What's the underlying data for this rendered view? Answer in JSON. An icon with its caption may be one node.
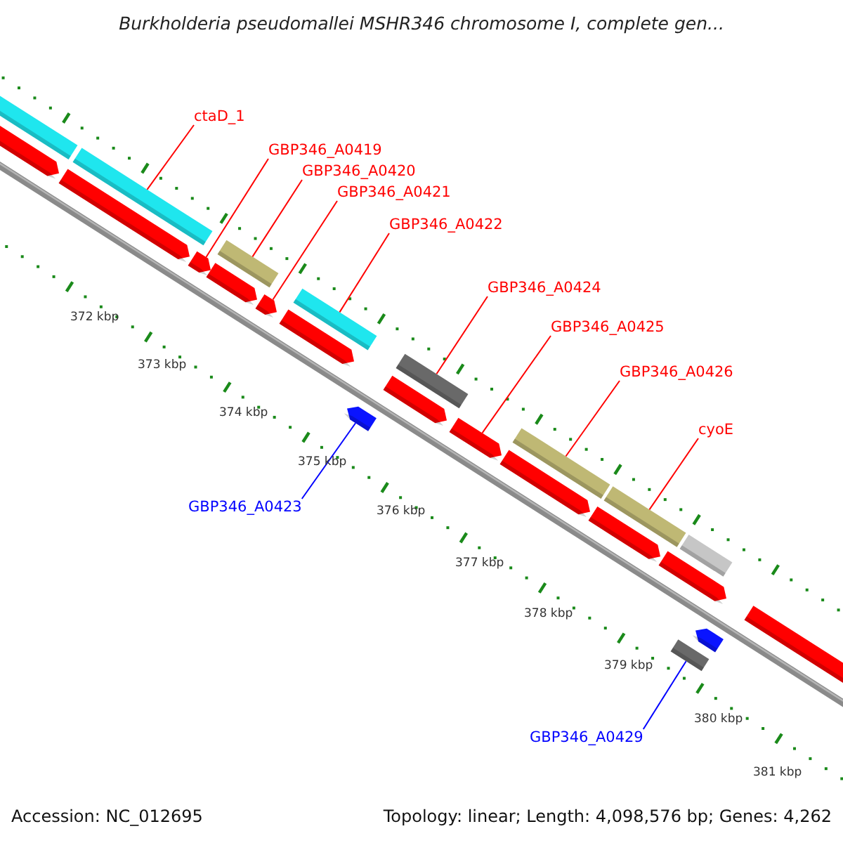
{
  "diagram": {
    "title": "Burkholderia pseudomallei MSHR346 chromosome I, complete gen...",
    "nodes": [
      {
        "text": [
          "ctaD_1"
        ]
      },
      {
        "text": [
          "GBP346_A0419"
        ]
      },
      {
        "text": [
          "GBP346_A0420"
        ]
      },
      {
        "text": [
          "GBP346_A0421"
        ]
      },
      {
        "text": [
          "GBP346_A0422"
        ]
      },
      {
        "text": [
          "GBP346_A0424"
        ]
      },
      {
        "text": [
          "GBP346_A0425"
        ]
      },
      {
        "text": [
          "GBP346_A0426"
        ]
      },
      {
        "text": [
          "cyoE"
        ]
      },
      {
        "text": [
          "GBP346_A0423"
        ]
      },
      {
        "text": [
          "GBP346_A0429"
        ]
      },
      {
        "text": [],
        "shape": "bar"
      },
      {
        "text": [],
        "shape": "pentagon"
      },
      {
        "text": [],
        "shape": "pentagon"
      },
      {
        "text": [],
        "shape": "bar"
      },
      {
        "text": [],
        "shape": "pentagon"
      },
      {
        "text": [],
        "shape": "pentagon"
      },
      {
        "text": [],
        "shape": "bar"
      },
      {
        "text": [],
        "shape": "pentagon"
      },
      {
        "text": [],
        "shape": "pentagon"
      },
      {
        "text": [],
        "shape": "bar"
      },
      {
        "text": [],
        "shape": "pentagon"
      },
      {
        "text": [],
        "shape": "pentagon"
      },
      {
        "text": [],
        "shape": "bar"
      },
      {
        "text": [],
        "shape": "pentagon"
      },
      {
        "text": [],
        "shape": "pentagon"
      },
      {
        "text": [],
        "shape": "bar"
      },
      {
        "text": [],
        "shape": "pentagon"
      },
      {
        "text": [],
        "shape": "bar"
      },
      {
        "text": [],
        "shape": "pentagon"
      },
      {
        "text": [],
        "shape": "bar"
      },
      {
        "text": [],
        "shape": "bar"
      },
      {
        "text": [],
        "shape": "pentagon"
      },
      {
        "text": [],
        "shape": "pentagon"
      }
    ],
    "edges": [
      {
        "from": 0,
        "to": 14,
        "arrow": "none"
      },
      {
        "from": 1,
        "to": 15,
        "arrow": "none"
      },
      {
        "from": 2,
        "to": 17,
        "arrow": "none"
      },
      {
        "from": 3,
        "to": 18,
        "arrow": "none"
      },
      {
        "from": 4,
        "to": 20,
        "arrow": "none"
      },
      {
        "from": 5,
        "to": 23,
        "arrow": "none"
      },
      {
        "from": 6,
        "to": 24,
        "arrow": "none"
      },
      {
        "from": 7,
        "to": 26,
        "arrow": "none"
      },
      {
        "from": 8,
        "to": 28,
        "arrow": "none"
      },
      {
        "from": 9,
        "to": 21,
        "arrow": "none",
        "color": "#0000ff"
      },
      {
        "from": 10,
        "to": 30,
        "arrow": "none",
        "color": "#0000ff"
      }
    ],
    "labels": [
      "372 kbp",
      "373 kbp",
      "374 kbp",
      "375 kbp",
      "376 kbp",
      "377 kbp",
      "378 kbp",
      "379 kbp",
      "380 kbp",
      "381 kbp",
      "Accession: NC_012695",
      "Topology: linear; Length: 4,098,576 bp; Genes: 4,262"
    ]
  }
}
